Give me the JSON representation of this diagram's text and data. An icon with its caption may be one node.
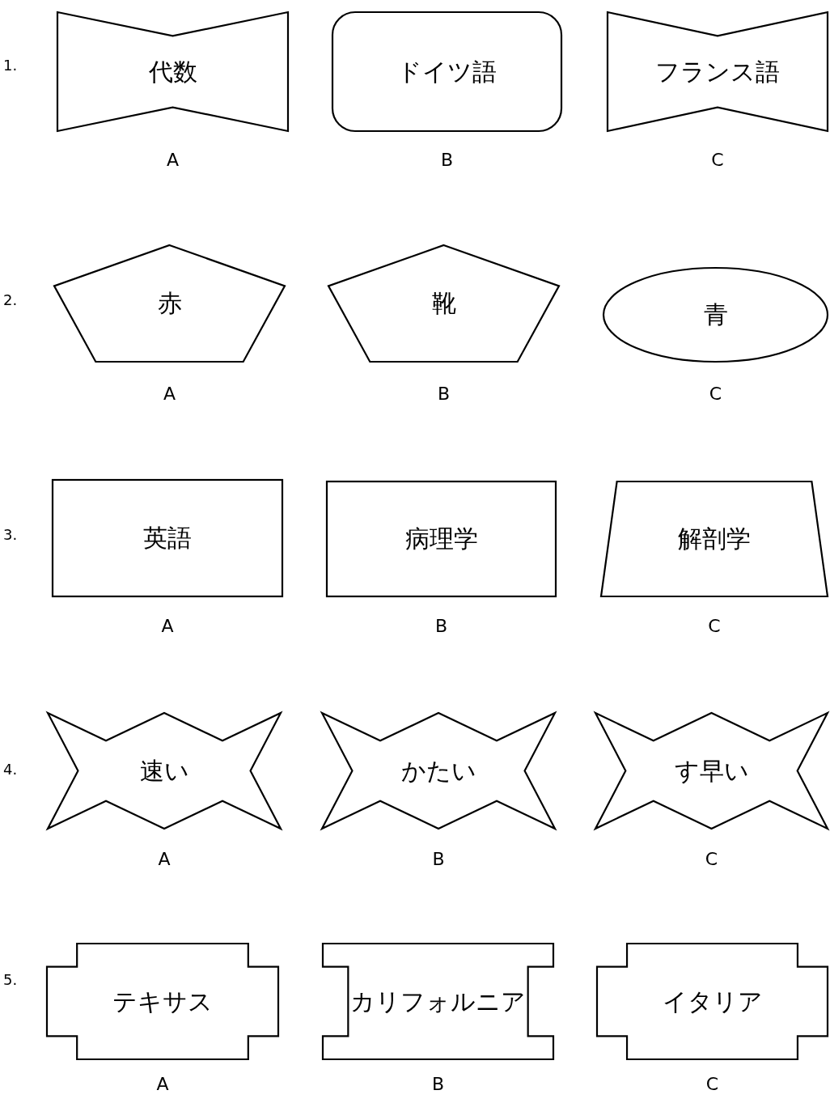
{
  "diagram": {
    "nodes": [
      {
        "text": [
          "代数"
        ],
        "beside": [
          "A"
        ]
      },
      {
        "text": [
          "ドイツ語"
        ],
        "beside": [
          "B"
        ]
      },
      {
        "text": [
          "フランス語"
        ],
        "beside": [
          "C"
        ]
      },
      {
        "text": [
          "赤"
        ],
        "beside": [
          "A"
        ]
      },
      {
        "text": [
          "靴"
        ],
        "beside": [
          "B"
        ]
      },
      {
        "text": [
          "青"
        ],
        "beside": [
          "C"
        ]
      },
      {
        "text": [
          "英語"
        ],
        "beside": [
          "A"
        ]
      },
      {
        "text": [
          "病理学"
        ],
        "beside": [
          "B"
        ]
      },
      {
        "text": [
          "解剖学"
        ],
        "beside": [
          "C"
        ]
      },
      {
        "text": [
          "速い"
        ],
        "beside": [
          "A"
        ]
      },
      {
        "text": [
          "かたい"
        ],
        "beside": [
          "B"
        ]
      },
      {
        "text": [
          "す早い"
        ],
        "beside": [
          "C"
        ]
      },
      {
        "text": [
          "テキサス"
        ],
        "beside": [
          "A"
        ]
      },
      {
        "text": [
          "カリフォルニア"
        ],
        "beside": [
          "B"
        ]
      },
      {
        "text": [
          "イタリア"
        ],
        "beside": [
          "C"
        ]
      }
    ],
    "labels": [
      "1.",
      "2.",
      "3.",
      "4.",
      "5."
    ]
  }
}
